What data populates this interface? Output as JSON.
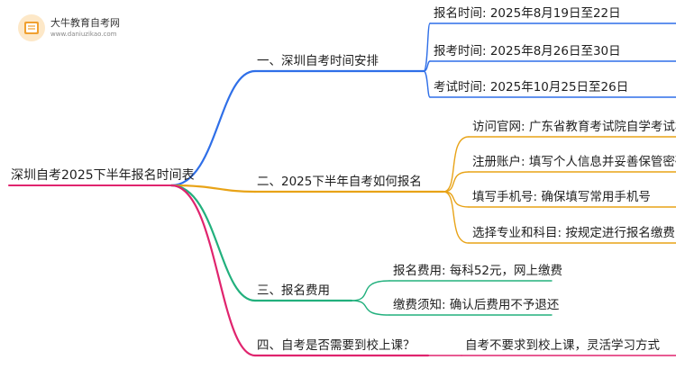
{
  "watermark": {
    "site_name": "大牛教育自考网",
    "site_url": "www.daniuzikao.com",
    "icon": "book-logo-icon"
  },
  "mindmap": {
    "root": "深圳自考2025下半年报名时间表",
    "colors": {
      "root_stem": "#e0246e",
      "branch1": "#2f6fe8",
      "branch2": "#e8a317",
      "branch3": "#22b07d",
      "branch4": "#e0246e"
    },
    "branches": [
      {
        "label": "一、深圳自考时间安排",
        "leaves": [
          "报名时间: 2025年8月19日至22日",
          "报考时间: 2025年8月26日至30日",
          "考试时间: 2025年10月25日至26日"
        ]
      },
      {
        "label": "二、2025下半年自考如何报名",
        "leaves": [
          "访问官网: 广东省教育考试院自学考试栏目",
          "注册账户: 填写个人信息并妥善保管密码",
          "填写手机号: 确保填写常用手机号",
          "选择专业和科目: 按规定进行报名缴费"
        ]
      },
      {
        "label": "三、报名费用",
        "leaves": [
          "报名费用: 每科52元，网上缴费",
          "缴费须知: 确认后费用不予退还"
        ]
      },
      {
        "label": "四、自考是否需要到校上课？",
        "leaves": [
          "自考不要求到校上课，灵活学习方式"
        ]
      }
    ]
  }
}
